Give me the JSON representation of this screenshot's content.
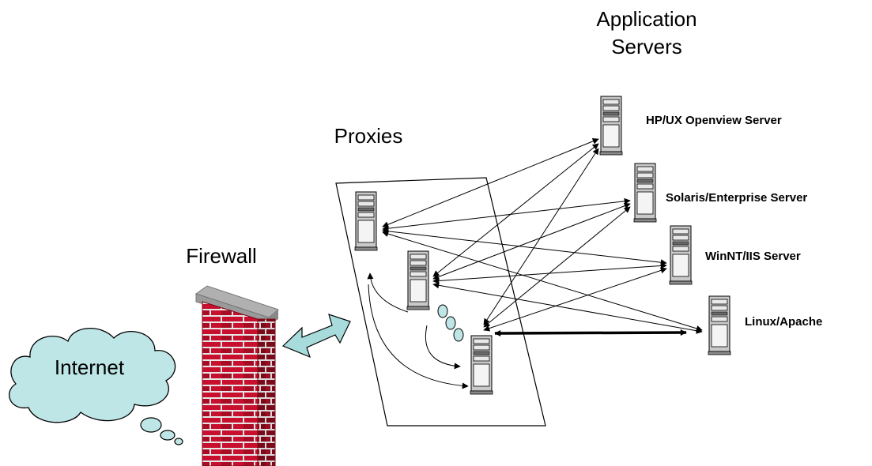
{
  "labels": {
    "app_servers_line1": "Application",
    "app_servers_line2": "Servers",
    "proxies": "Proxies",
    "firewall": "Firewall",
    "internet": "Internet"
  },
  "servers": [
    {
      "label": "HP/UX Openview Server",
      "icon": "server-tower-icon"
    },
    {
      "label": "Solaris/Enterprise Server",
      "icon": "server-tower-icon"
    },
    {
      "label": "WinNT/IIS Server",
      "icon": "server-tower-icon"
    },
    {
      "label": "Linux/Apache",
      "icon": "server-tower-icon"
    }
  ],
  "proxies": [
    {
      "icon": "server-tower-icon"
    },
    {
      "icon": "server-tower-icon"
    },
    {
      "icon": "server-tower-icon"
    }
  ],
  "colors": {
    "cloud_fill": "#bfe6e6",
    "double_arrow_fill": "#a8dcdc",
    "brick": "#c8102e",
    "mortar": "#e8e8e8",
    "wall_cap": "#b0b0b0",
    "line": "#000000",
    "server_body": "#c9c9c9"
  }
}
